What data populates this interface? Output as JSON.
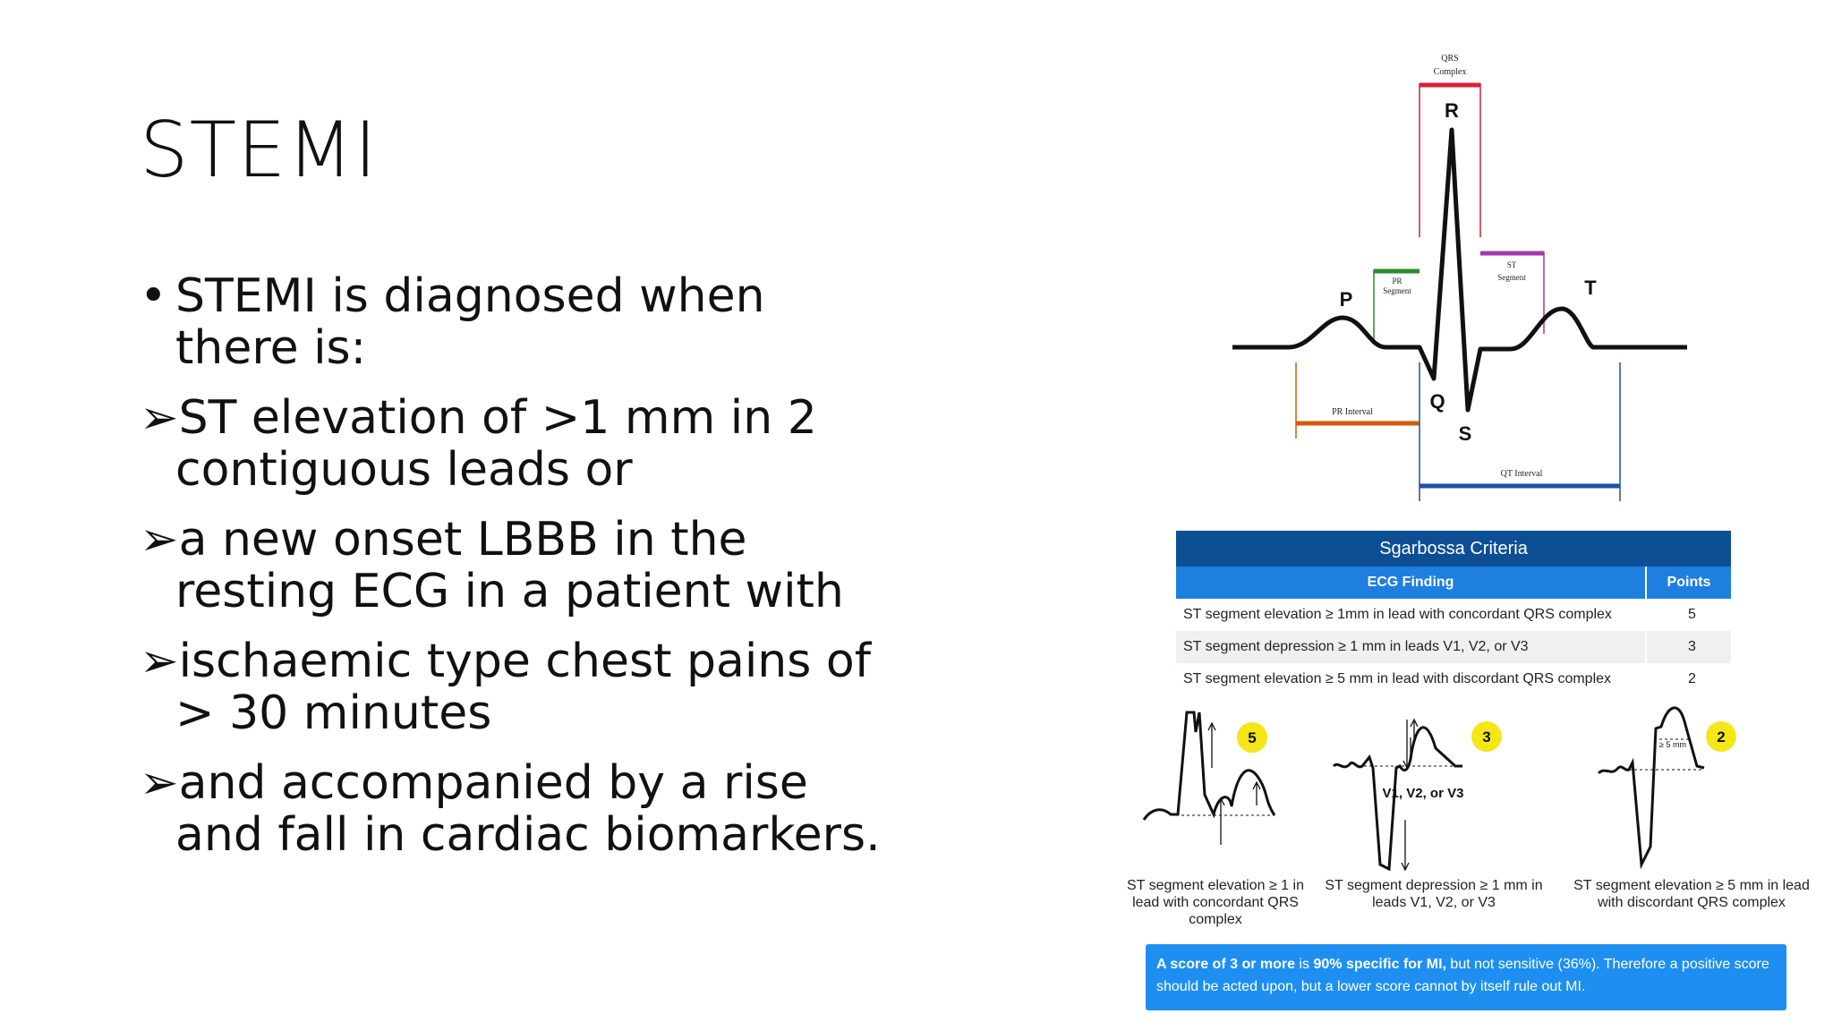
{
  "slide": {
    "title": "STEMI",
    "bullets": [
      {
        "marker": "•",
        "text": "STEMI is diagnosed when there is:"
      },
      {
        "marker": "➢",
        "text": "ST elevation of >1 mm in 2 contiguous leads or"
      },
      {
        "marker": "➢",
        "text": "a new onset LBBB in the resting ECG in a patient with"
      },
      {
        "marker": "➢",
        "text": "ischaemic type chest pains of > 30 minutes"
      },
      {
        "marker": "➢",
        "text": "and accompanied by a rise and fall in cardiac biomarkers."
      }
    ]
  },
  "ecg": {
    "qrs_line1": "QRS",
    "qrs_line2": "Complex",
    "r": "R",
    "p": "P",
    "q": "Q",
    "s": "S",
    "t": "T",
    "pr_seg1": "PR",
    "pr_seg2": "Segment",
    "st_seg1": "ST",
    "st_seg2": "Segment",
    "pr_interval": "PR Interval",
    "qt_interval": "QT Interval",
    "colors": {
      "qrs": "#d6223a",
      "pr_segment": "#2e8b2e",
      "st_segment": "#a23aa8",
      "pr_interval": "#d8590c",
      "qt_interval": "#1f4fa8"
    }
  },
  "sgarbossa": {
    "title": "Sgarbossa Criteria",
    "col_finding": "ECG Finding",
    "col_points": "Points",
    "rows": [
      {
        "finding": "ST segment elevation ≥ 1mm in lead with concordant QRS complex",
        "points": "5"
      },
      {
        "finding": "ST segment depression ≥ 1 mm in leads V1, V2, or V3",
        "points": "3"
      },
      {
        "finding": "ST segment elevation ≥ 5 mm in lead with discordant QRS complex",
        "points": "2"
      }
    ],
    "badges": [
      "5",
      "3",
      "2"
    ],
    "lead_label": "V1, V2, or V3",
    "small_label": "≥ 5 mm",
    "captions": [
      "ST segment elevation ≥ 1 in lead with concordant QRS complex",
      "ST segment depression ≥ 1 mm in leads V1, V2, or V3",
      "ST segment elevation ≥ 5 mm in lead with discordant QRS complex"
    ],
    "note_bold1": "A score of 3 or more",
    "note_t1": " is ",
    "note_bold2": "90% specific for MI,",
    "note_t2": " but not sensitive (36%). Therefore a positive score should be acted upon, but a lower score cannot by itself rule out MI.",
    "badge_color": "#f5e619"
  }
}
